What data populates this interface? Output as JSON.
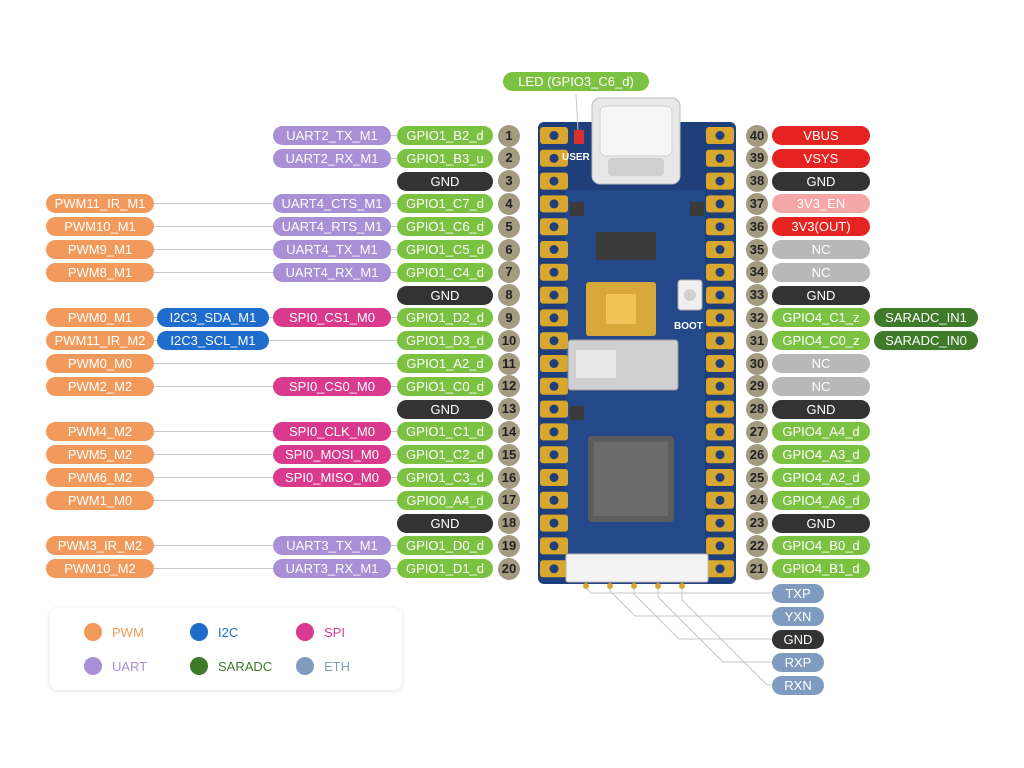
{
  "colors": {
    "gpio": "#7cc242",
    "gnd": "#333333",
    "pwm": "#f29a5c",
    "uart": "#a88fd6",
    "i2c": "#1e6ccc",
    "spi": "#d93a8e",
    "saradc": "#3e7a2a",
    "eth": "#7f9cc0",
    "power": "#e52421",
    "power_light": "#f4a7a6",
    "nc": "#b8b8b8",
    "pin_num": "#a39a80"
  },
  "led_label": "LED (GPIO3_C6_d)",
  "board": {
    "user_label": "USER",
    "boot_label": "BOOT"
  },
  "left_pins": [
    {
      "num": "1",
      "labels": [
        [
          "gpio",
          "GPIO1_B2_d"
        ],
        [
          "uart",
          "UART2_TX_M1"
        ]
      ]
    },
    {
      "num": "2",
      "labels": [
        [
          "gpio",
          "GPIO1_B3_u"
        ],
        [
          "uart",
          "UART2_RX_M1"
        ]
      ]
    },
    {
      "num": "3",
      "labels": [
        [
          "gnd",
          "GND"
        ]
      ]
    },
    {
      "num": "4",
      "labels": [
        [
          "gpio",
          "GPIO1_C7_d"
        ],
        [
          "uart",
          "UART4_CTS_M1"
        ],
        [
          "skip",
          ""
        ],
        [
          "pwm",
          "PWM11_IR_M1"
        ]
      ]
    },
    {
      "num": "5",
      "labels": [
        [
          "gpio",
          "GPIO1_C6_d"
        ],
        [
          "uart",
          "UART4_RTS_M1"
        ],
        [
          "skip",
          ""
        ],
        [
          "pwm",
          "PWM10_M1"
        ]
      ]
    },
    {
      "num": "6",
      "labels": [
        [
          "gpio",
          "GPIO1_C5_d"
        ],
        [
          "uart",
          "UART4_TX_M1"
        ],
        [
          "skip",
          ""
        ],
        [
          "pwm",
          "PWM9_M1"
        ]
      ]
    },
    {
      "num": "7",
      "labels": [
        [
          "gpio",
          "GPIO1_C4_d"
        ],
        [
          "uart",
          "UART4_RX_M1"
        ],
        [
          "skip",
          ""
        ],
        [
          "pwm",
          "PWM8_M1"
        ]
      ]
    },
    {
      "num": "8",
      "labels": [
        [
          "gnd",
          "GND"
        ]
      ]
    },
    {
      "num": "9",
      "labels": [
        [
          "gpio",
          "GPIO1_D2_d"
        ],
        [
          "spi",
          "SPI0_CS1_M0"
        ],
        [
          "i2c",
          "I2C3_SDA_M1"
        ],
        [
          "pwm",
          "PWM0_M1"
        ]
      ]
    },
    {
      "num": "10",
      "labels": [
        [
          "gpio",
          "GPIO1_D3_d"
        ],
        [
          "skip",
          ""
        ],
        [
          "i2c",
          "I2C3_SCL_M1"
        ],
        [
          "pwm",
          "PWM11_IR_M2"
        ]
      ]
    },
    {
      "num": "11",
      "labels": [
        [
          "gpio",
          "GPIO1_A2_d"
        ],
        [
          "skip",
          ""
        ],
        [
          "skip",
          ""
        ],
        [
          "pwm",
          "PWM0_M0"
        ]
      ]
    },
    {
      "num": "12",
      "labels": [
        [
          "gpio",
          "GPIO1_C0_d"
        ],
        [
          "spi",
          "SPI0_CS0_M0"
        ],
        [
          "skip",
          ""
        ],
        [
          "pwm",
          "PWM2_M2"
        ]
      ]
    },
    {
      "num": "13",
      "labels": [
        [
          "gnd",
          "GND"
        ]
      ]
    },
    {
      "num": "14",
      "labels": [
        [
          "gpio",
          "GPIO1_C1_d"
        ],
        [
          "spi",
          "SPI0_CLK_M0"
        ],
        [
          "skip",
          ""
        ],
        [
          "pwm",
          "PWM4_M2"
        ]
      ]
    },
    {
      "num": "15",
      "labels": [
        [
          "gpio",
          "GPIO1_C2_d"
        ],
        [
          "spi",
          "SPI0_MOSI_M0"
        ],
        [
          "skip",
          ""
        ],
        [
          "pwm",
          "PWM5_M2"
        ]
      ]
    },
    {
      "num": "16",
      "labels": [
        [
          "gpio",
          "GPIO1_C3_d"
        ],
        [
          "spi",
          "SPI0_MISO_M0"
        ],
        [
          "skip",
          ""
        ],
        [
          "pwm",
          "PWM6_M2"
        ]
      ]
    },
    {
      "num": "17",
      "labels": [
        [
          "gpio",
          "GPIO0_A4_d"
        ],
        [
          "skip",
          ""
        ],
        [
          "skip",
          ""
        ],
        [
          "pwm",
          "PWM1_M0"
        ]
      ]
    },
    {
      "num": "18",
      "labels": [
        [
          "gnd",
          "GND"
        ]
      ]
    },
    {
      "num": "19",
      "labels": [
        [
          "gpio",
          "GPIO1_D0_d"
        ],
        [
          "uart",
          "UART3_TX_M1"
        ],
        [
          "skip",
          ""
        ],
        [
          "pwm",
          "PWM3_IR_M2"
        ]
      ]
    },
    {
      "num": "20",
      "labels": [
        [
          "gpio",
          "GPIO1_D1_d"
        ],
        [
          "uart",
          "UART3_RX_M1"
        ],
        [
          "skip",
          ""
        ],
        [
          "pwm",
          "PWM10_M2"
        ]
      ]
    }
  ],
  "right_pins": [
    {
      "num": "40",
      "labels": [
        [
          "power",
          "VBUS"
        ]
      ]
    },
    {
      "num": "39",
      "labels": [
        [
          "power",
          "VSYS"
        ]
      ]
    },
    {
      "num": "38",
      "labels": [
        [
          "gnd",
          "GND"
        ]
      ]
    },
    {
      "num": "37",
      "labels": [
        [
          "power_light",
          "3V3_EN"
        ]
      ]
    },
    {
      "num": "36",
      "labels": [
        [
          "power",
          "3V3(OUT)"
        ]
      ]
    },
    {
      "num": "35",
      "labels": [
        [
          "nc",
          "NC"
        ]
      ]
    },
    {
      "num": "34",
      "labels": [
        [
          "nc",
          "NC"
        ]
      ]
    },
    {
      "num": "33",
      "labels": [
        [
          "gnd",
          "GND"
        ]
      ]
    },
    {
      "num": "32",
      "labels": [
        [
          "gpio",
          "GPIO4_C1_z"
        ],
        [
          "saradc",
          "SARADC_IN1"
        ]
      ]
    },
    {
      "num": "31",
      "labels": [
        [
          "gpio",
          "GPIO4_C0_z"
        ],
        [
          "saradc",
          "SARADC_IN0"
        ]
      ]
    },
    {
      "num": "30",
      "labels": [
        [
          "nc",
          "NC"
        ]
      ]
    },
    {
      "num": "29",
      "labels": [
        [
          "nc",
          "NC"
        ]
      ]
    },
    {
      "num": "28",
      "labels": [
        [
          "gnd",
          "GND"
        ]
      ]
    },
    {
      "num": "27",
      "labels": [
        [
          "gpio",
          "GPIO4_A4_d"
        ]
      ]
    },
    {
      "num": "26",
      "labels": [
        [
          "gpio",
          "GPIO4_A3_d"
        ]
      ]
    },
    {
      "num": "25",
      "labels": [
        [
          "gpio",
          "GPIO4_A2_d"
        ]
      ]
    },
    {
      "num": "24",
      "labels": [
        [
          "gpio",
          "GPIO4_A6_d"
        ]
      ]
    },
    {
      "num": "23",
      "labels": [
        [
          "gnd",
          "GND"
        ]
      ]
    },
    {
      "num": "22",
      "labels": [
        [
          "gpio",
          "GPIO4_B0_d"
        ]
      ]
    },
    {
      "num": "21",
      "labels": [
        [
          "gpio",
          "GPIO4_B1_d"
        ]
      ]
    }
  ],
  "eth_pins": [
    {
      "label": "TXP",
      "type": "eth"
    },
    {
      "label": "YXN",
      "type": "eth"
    },
    {
      "label": "GND",
      "type": "gnd"
    },
    {
      "label": "RXP",
      "type": "eth"
    },
    {
      "label": "RXN",
      "type": "eth"
    }
  ],
  "legend": [
    {
      "type": "pwm",
      "label": "PWM"
    },
    {
      "type": "i2c",
      "label": "I2C"
    },
    {
      "type": "spi",
      "label": "SPI"
    },
    {
      "type": "uart",
      "label": "UART"
    },
    {
      "type": "saradc",
      "label": "SARADC"
    },
    {
      "type": "eth",
      "label": "ETH"
    }
  ]
}
